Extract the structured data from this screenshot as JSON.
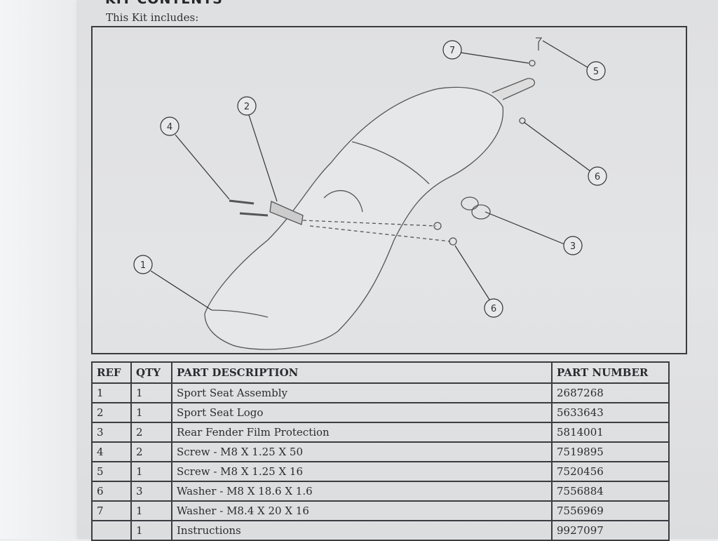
{
  "heading": "KIT CONTENTS",
  "subheading": "This Kit includes:",
  "callouts": [
    "1",
    "2",
    "3",
    "4",
    "5",
    "6",
    "6",
    "7"
  ],
  "table": {
    "headers": [
      "REF",
      "QTY",
      "PART DESCRIPTION",
      "PART NUMBER"
    ],
    "rows": [
      [
        "1",
        "1",
        "Sport Seat Assembly",
        "2687268"
      ],
      [
        "2",
        "1",
        "Sport Seat Logo",
        "5633643"
      ],
      [
        "3",
        "2",
        "Rear Fender Film Protection",
        "5814001"
      ],
      [
        "4",
        "2",
        "Screw - M8 X 1.25 X 50",
        "7519895"
      ],
      [
        "5",
        "1",
        "Screw - M8 X 1.25 X 16",
        "7520456"
      ],
      [
        "6",
        "3",
        "Washer - M8 X 18.6 X 1.6",
        "7556884"
      ],
      [
        "7",
        "1",
        "Washer - M8.4 X 20 X 16",
        "7556969"
      ],
      [
        "",
        "1",
        "Instructions",
        "9927097"
      ]
    ]
  }
}
